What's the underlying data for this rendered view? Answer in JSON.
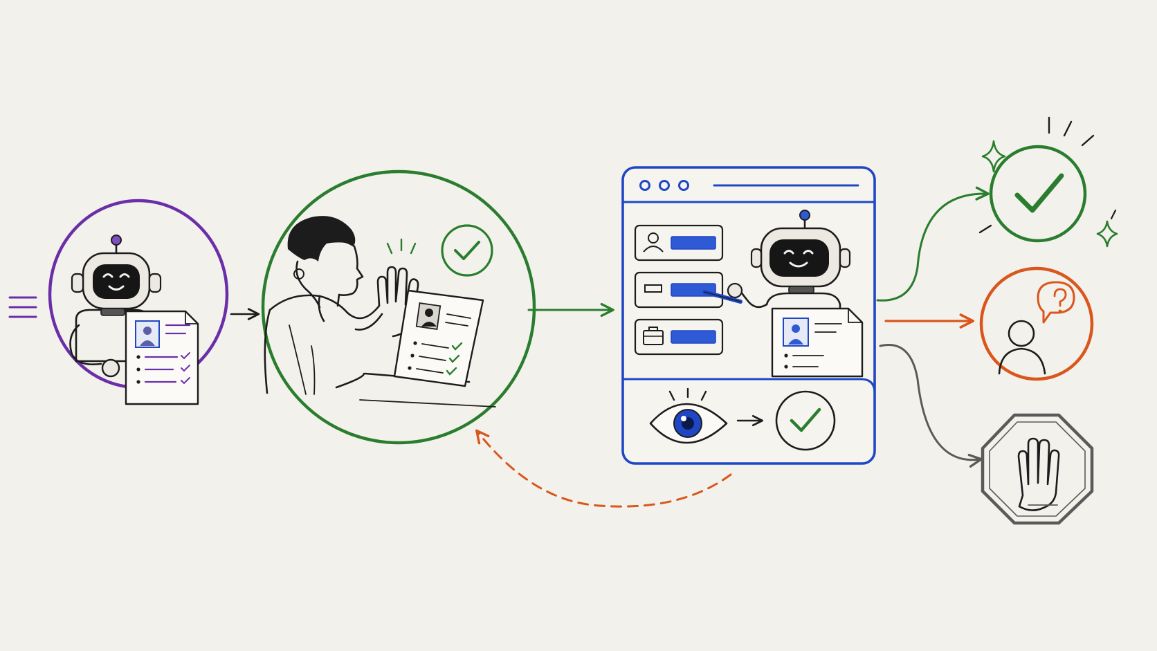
{
  "colors": {
    "background": "#f3f1ec",
    "ink": "#1c1c1c",
    "purple": "#6a2fa8",
    "green": "#2a7d2e",
    "blue": "#1f47c4",
    "orange": "#d9561c",
    "gray": "#5a5a5a"
  },
  "stages": [
    {
      "id": "agent-submits-resume",
      "icon": "robot-with-resume-icon",
      "ring": "purple"
    },
    {
      "id": "human-approval",
      "icon": "person-raising-hand-icon",
      "ring": "green"
    },
    {
      "id": "agent-fills-web-form",
      "icon": "browser-window-form-icon",
      "frame": "blue"
    },
    {
      "id": "review-eye-check",
      "icon": "eye-to-checkmark-icon"
    }
  ],
  "outcomes": [
    {
      "id": "approved",
      "icon": "checkmark-sparkle-icon",
      "color": "green"
    },
    {
      "id": "needs-clarification",
      "icon": "person-question-icon",
      "color": "orange"
    },
    {
      "id": "stopped",
      "icon": "stop-hand-icon",
      "color": "gray"
    }
  ],
  "connectors": [
    {
      "from": "agent-submits-resume",
      "to": "human-approval",
      "style": "solid",
      "color": "ink"
    },
    {
      "from": "human-approval",
      "to": "agent-fills-web-form",
      "style": "solid",
      "color": "green"
    },
    {
      "from": "agent-fills-web-form",
      "to": "human-approval",
      "style": "dashed",
      "color": "orange"
    },
    {
      "from": "agent-fills-web-form",
      "to": "approved",
      "style": "solid",
      "color": "green"
    },
    {
      "from": "agent-fills-web-form",
      "to": "needs-clarification",
      "style": "solid",
      "color": "orange"
    },
    {
      "from": "agent-fills-web-form",
      "to": "stopped",
      "style": "solid",
      "color": "gray"
    }
  ]
}
